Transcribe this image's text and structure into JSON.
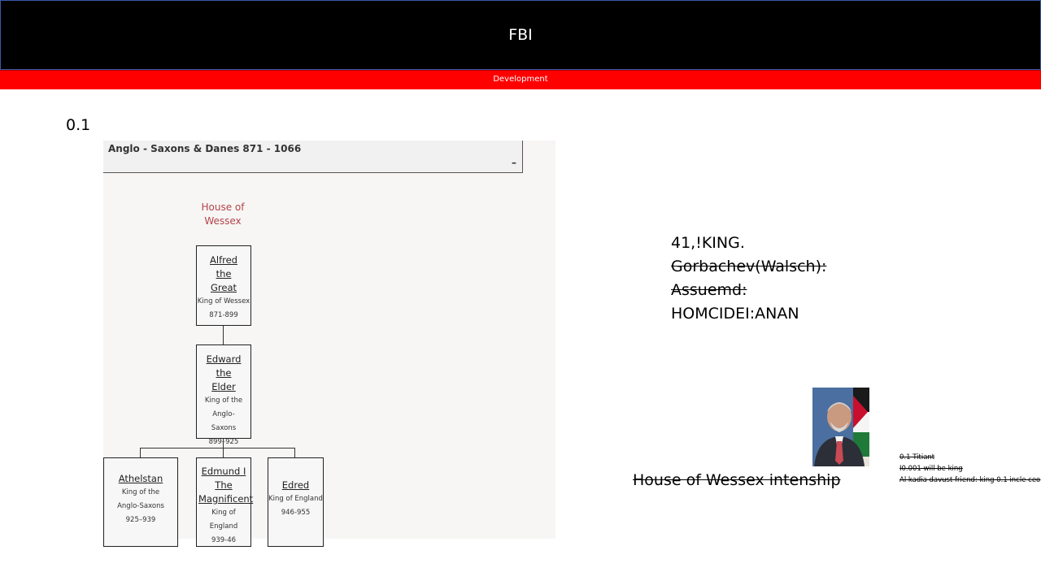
{
  "window": {
    "title": "FBI"
  },
  "banner": {
    "label": "Development"
  },
  "version": "0.1",
  "tree": {
    "header_title": "Anglo - Saxons & Danes 871 - 1066",
    "collapse_symbol": "–",
    "house_label": "House of Wessex",
    "members": [
      {
        "name": "Alfred the Great",
        "role": "King of Wessex",
        "years": "871-899"
      },
      {
        "name": "Edward the Elder",
        "role": "King of the Anglo-Saxons",
        "years": "899–925"
      },
      {
        "name": "Athelstan",
        "role": "King of the Anglo-Saxons",
        "years": "925–939"
      },
      {
        "name": "Edmund I The Magnificent",
        "role": "King of England",
        "years": "939-46"
      },
      {
        "name": "Edred",
        "role": "King of England",
        "years": "946-955"
      }
    ]
  },
  "notes": {
    "line1": "41,!KING.",
    "line2": "Gorbachev(Walsch):",
    "line3": "Assuemd:",
    "line4": "HOMCIDEI:ANAN"
  },
  "internship": "House of Wessex intenship",
  "small_notes": [
    "0.1 Titiant",
    "I0.001 will be king",
    "Al kadia davust friend: king 0.1 incle ceo"
  ],
  "colors": {
    "banner": "#ff0000",
    "titlebar": "#000000",
    "house": "#b5434b"
  }
}
